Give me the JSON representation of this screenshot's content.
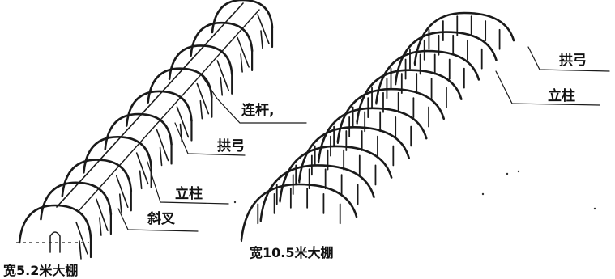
{
  "labels": {
    "small_tie_rod": "连杆,",
    "small_arch": "拱弓",
    "small_post": "立柱",
    "small_brace": "斜叉",
    "small_caption": "宽5.2米大棚",
    "large_arch": "拱弓",
    "large_post": "立柱",
    "large_caption": "宽10.5米大棚"
  }
}
